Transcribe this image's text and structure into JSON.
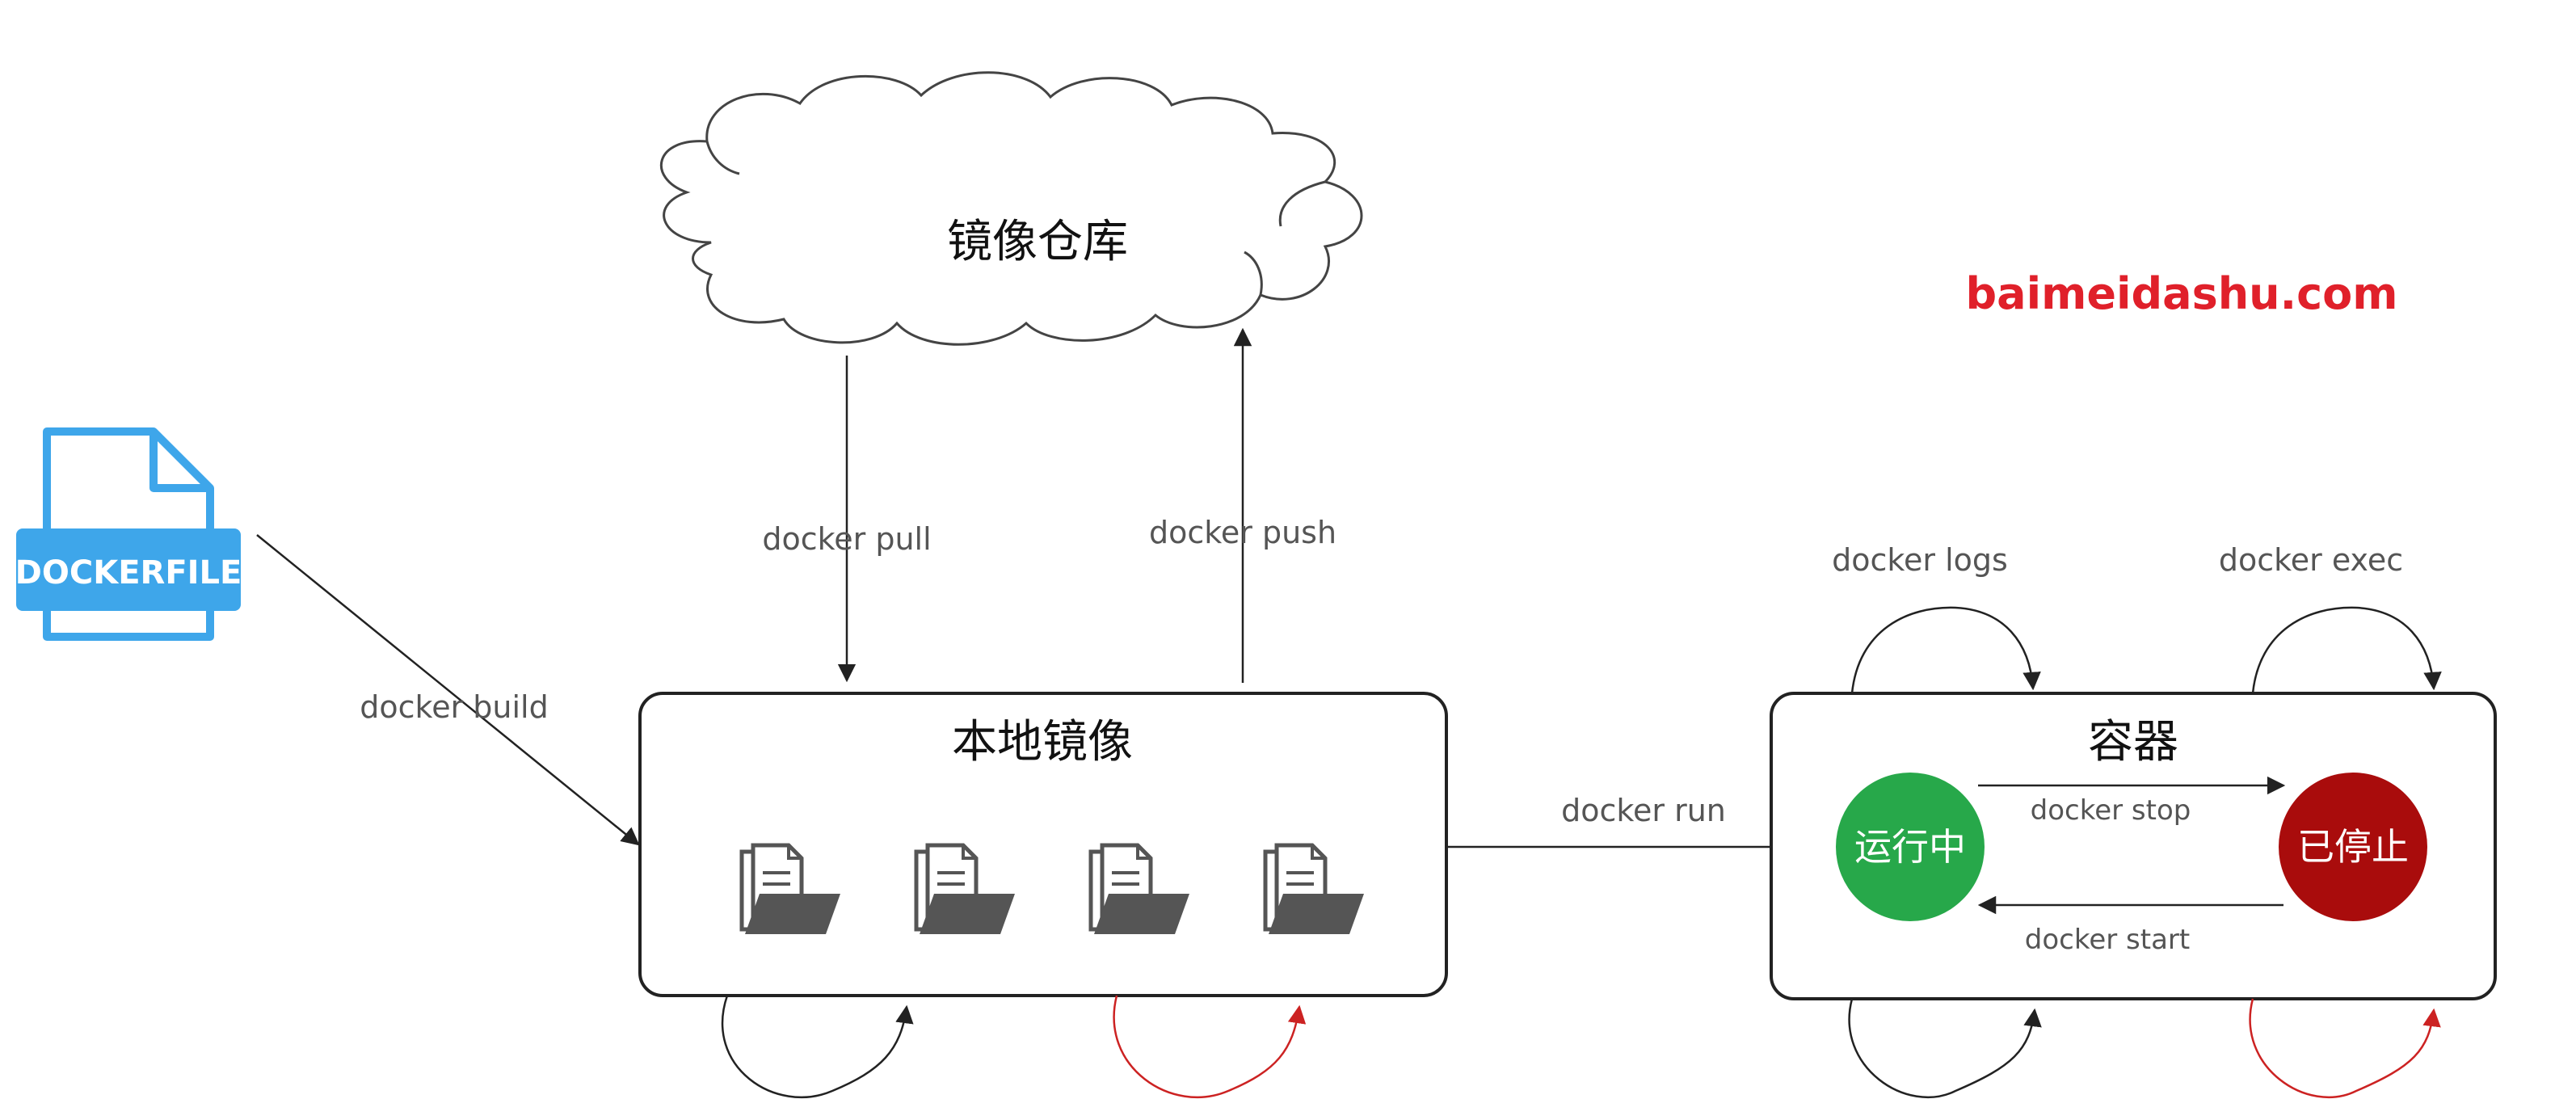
{
  "registry": {
    "label": "镜像仓库"
  },
  "local_images": {
    "title": "本地镜像",
    "image_count": 4
  },
  "container": {
    "title": "容器"
  },
  "states": {
    "running": "运行中",
    "stopped": "已停止"
  },
  "dockerfile": {
    "label": "DOCKERFILE"
  },
  "commands": {
    "build": "docker build",
    "pull": "docker pull",
    "push": "docker push",
    "run": "docker run",
    "stop": "docker stop",
    "start": "docker start",
    "logs": "docker logs",
    "exec": "docker exec"
  },
  "watermark": "baimeidashu.com",
  "colors": {
    "running": "#27a84a",
    "stopped": "#a90c0c",
    "dockerfile": "#3ea6ea",
    "brand": "#e0202a",
    "loop_red": "#cc2222",
    "folder_icon": "#555555"
  }
}
